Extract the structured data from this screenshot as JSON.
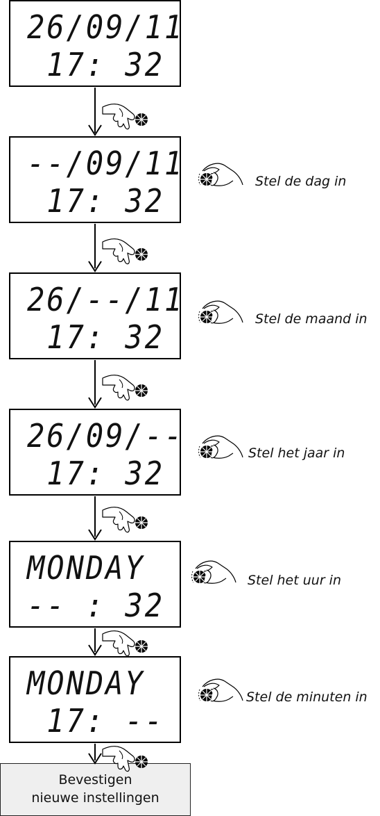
{
  "steps": [
    {
      "line1": "26/09/11",
      "line2": "17: 32",
      "instruction": ""
    },
    {
      "line1": "--/09/11",
      "line2": "17: 32",
      "instruction": "Stel de dag in"
    },
    {
      "line1": "26/--/11",
      "line2": "17: 32",
      "instruction": "Stel de maand in"
    },
    {
      "line1": "26/09/--",
      "line2": "17: 32",
      "instruction": "Stel het jaar in"
    },
    {
      "line1": "MONDAY",
      "line2": "-- : 32",
      "instruction": "Stel het uur in"
    },
    {
      "line1": "MONDAY",
      "line2": "17: --",
      "instruction": "Stel de minuten in"
    }
  ],
  "final": {
    "line1": "Bevestigen",
    "line2": "nieuwe instellingen"
  },
  "icons": {
    "press": "hand-press-knob-icon",
    "rotate": "hand-rotate-knob-icon"
  }
}
